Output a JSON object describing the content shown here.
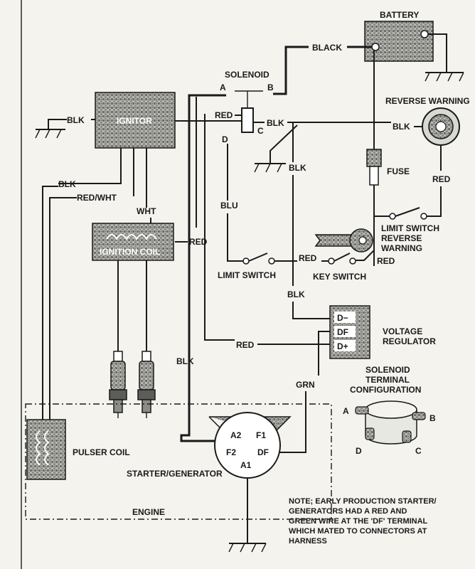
{
  "components": {
    "battery": "BATTERY",
    "solenoid": "SOLENOID",
    "reverse_warning": "REVERSE WARNING",
    "ignitor": "IGNITOR",
    "ignition_coil": "IGNITION COIL",
    "fuse": "FUSE",
    "limit_switch_reverse": [
      "LIMIT SWITCH",
      "REVERSE",
      "WARNING"
    ],
    "limit_switch": "LIMIT SWITCH",
    "key_switch": "KEY SWITCH",
    "voltage_regulator": [
      "VOLTAGE",
      "REGULATOR"
    ],
    "solenoid_terminal_configuration": [
      "SOLENOID",
      "TERMINAL",
      "CONFIGURATION"
    ],
    "pulser_coil": "PULSER COIL",
    "starter_generator": "STARTER/GENERATOR",
    "engine": "ENGINE"
  },
  "wire_labels": {
    "black": "BLACK",
    "blk": "BLK",
    "red": "RED",
    "red_wht": "RED/WHT",
    "wht": "WHT",
    "blu": "BLU",
    "grn": "GRN"
  },
  "terminals": {
    "a": "A",
    "b": "B",
    "c": "C",
    "d": "D",
    "regulator": [
      "D−",
      "DF",
      "D+"
    ],
    "starter": [
      "A2",
      "F1",
      "F2",
      "DF",
      "A1"
    ]
  },
  "note": [
    "NOTE; EARLY PRODUCTION STARTER/",
    "GENERATORS HAD A RED AND",
    "GREEN WIRE AT THE 'DF' TERMINAL",
    "WHICH MATED TO CONNECTORS AT",
    "HARNESS"
  ]
}
